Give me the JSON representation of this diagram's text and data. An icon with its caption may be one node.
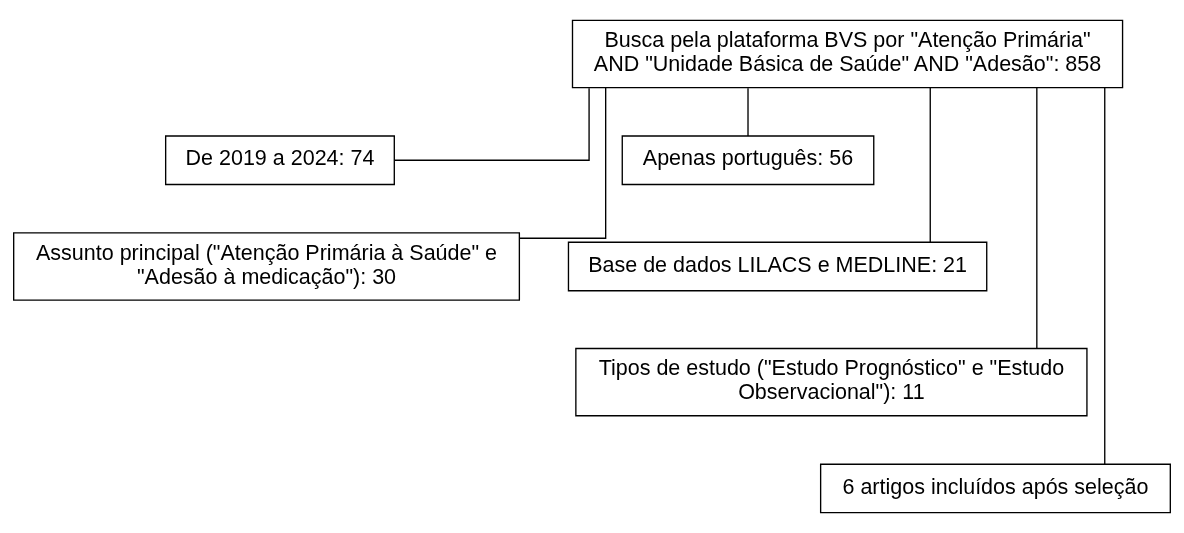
{
  "diagram": {
    "nodes": [
      {
        "text": [
          "Busca pela plataforma BVS por \"Atenção Primária\" AND \"Unidade Básica de Saúde\" AND \"Adesão\": 858"
        ]
      },
      {
        "text": [
          "De 2019 a 2024: 74"
        ]
      },
      {
        "text": [
          "Apenas português: 56"
        ]
      },
      {
        "text": [
          "Assunto principal (\"Atenção Primária à Saúde\" e \"Adesão à medicação\"): 30"
        ]
      },
      {
        "text": [
          "Base de dados LILACS e MEDLINE: 21"
        ]
      },
      {
        "text": [
          "Tipos de estudo (\"Estudo Prognóstico\" e \"Estudo Observacional\"): 11"
        ]
      },
      {
        "text": [
          "6 artigos incluídos após seleção"
        ]
      }
    ],
    "edges": [
      {
        "from": 0,
        "to": 1,
        "arrow": "none"
      },
      {
        "from": 0,
        "to": 2,
        "arrow": "none"
      },
      {
        "from": 0,
        "to": 3,
        "arrow": "none"
      },
      {
        "from": 0,
        "to": 4,
        "arrow": "none"
      },
      {
        "from": 0,
        "to": 5,
        "arrow": "none"
      },
      {
        "from": 0,
        "to": 6,
        "arrow": "none"
      }
    ]
  }
}
